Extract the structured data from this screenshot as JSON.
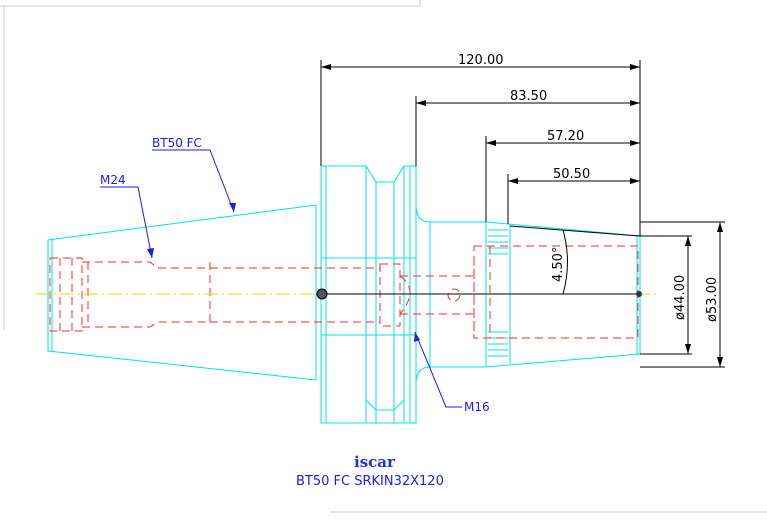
{
  "dimensions": {
    "overall_length": "120.00",
    "length_2": "83.50",
    "length_3": "57.20",
    "length_4": "50.50",
    "angle": "4.50°",
    "bore_dia": "ø44.00",
    "outer_dia": "ø53.00"
  },
  "callouts": {
    "taper": "BT50 FC",
    "thread_main": "M24",
    "thread_side": "M16"
  },
  "title_block": {
    "logo": "iscar",
    "part_name": "BT50 FC SRKIN32X120"
  },
  "colors": {
    "body": "#00e5e5",
    "hidden": "#ff2a2a",
    "dimension": "#000000",
    "leader": "#1a1aff",
    "centerline": "#e6d800"
  }
}
